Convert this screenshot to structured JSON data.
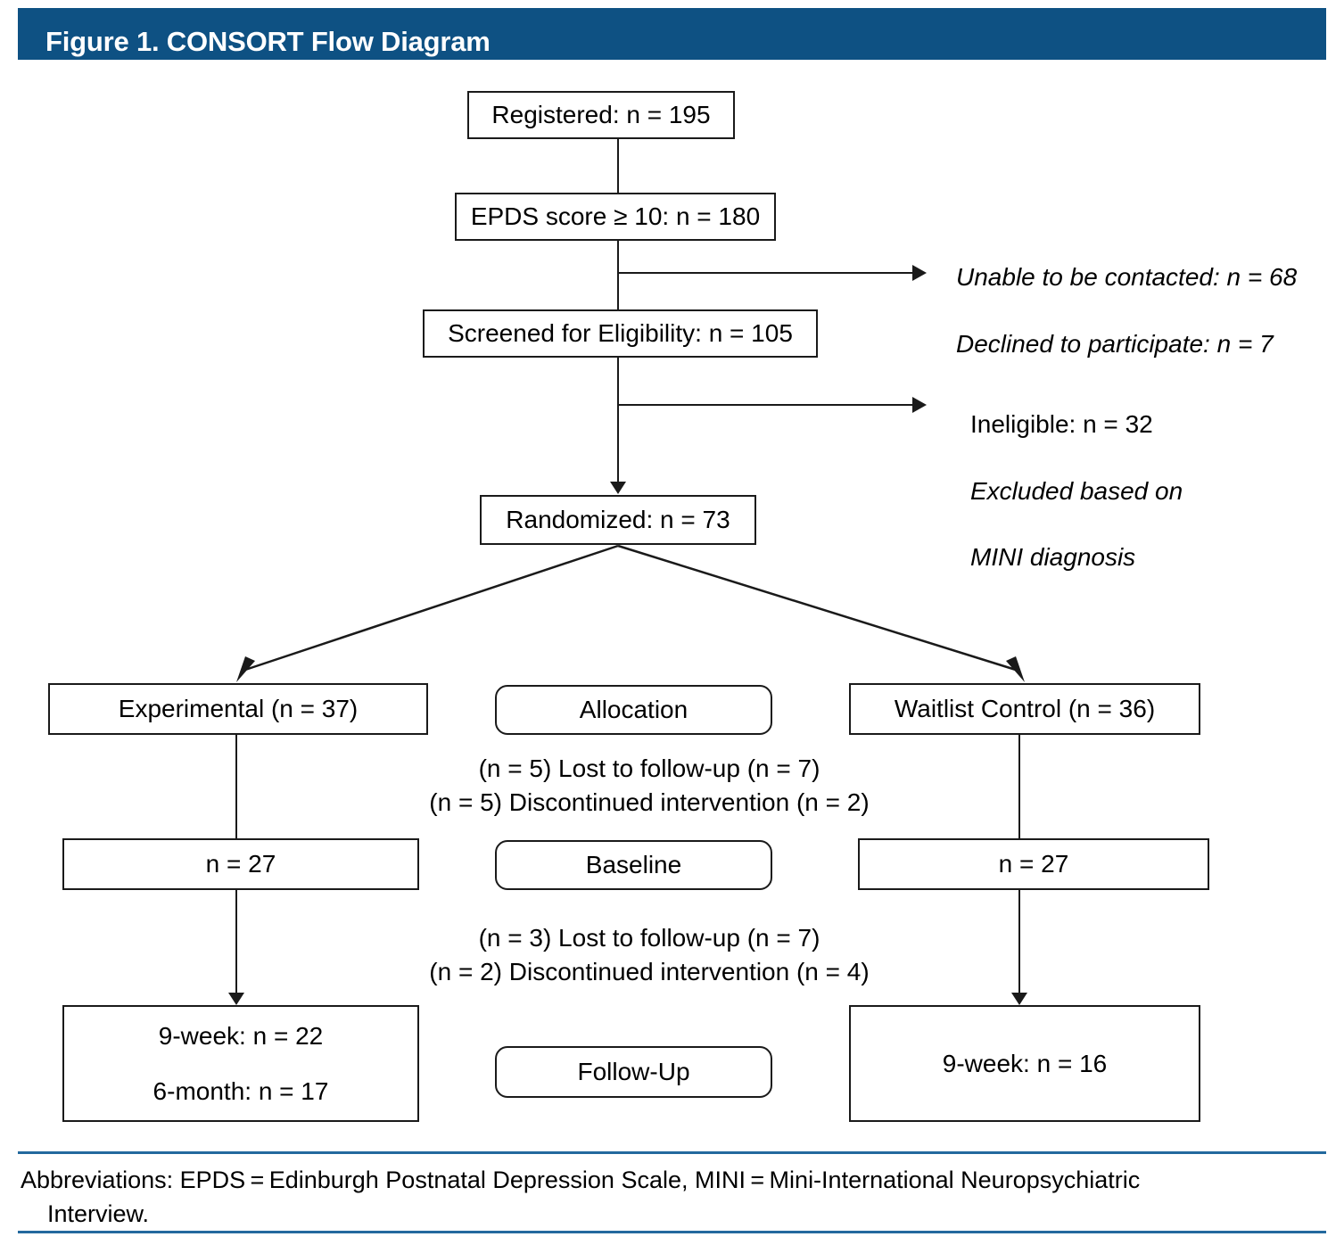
{
  "header": {
    "title": "Figure 1. CONSORT Flow Diagram",
    "banner_color": "#0e5183"
  },
  "nodes": {
    "registered": "Registered: n = 195",
    "epds": "EPDS score ≥ 10: n = 180",
    "screened": "Screened for Eligibility: n = 105",
    "randomized": "Randomized: n = 73",
    "experimental": "Experimental (n = 37)",
    "allocation": "Allocation",
    "waitlist": "Waitlist Control (n = 36)",
    "exp_baseline": "n = 27",
    "baseline": "Baseline",
    "ctl_baseline": "n = 27",
    "exp_followup_line1": "9-week: n = 22",
    "exp_followup_line2": "6-month: n = 17",
    "followup": "Follow-Up",
    "ctl_followup": "9-week: n = 16"
  },
  "exclusions": {
    "first": {
      "line1": "Unable to be contacted: n = 68",
      "line2": "Declined to participate: n = 7"
    },
    "second": {
      "line1": "Ineligible: n = 32",
      "line2": "Excluded based on",
      "line3": "MINI diagnosis"
    }
  },
  "attrition": {
    "allocation_stage": {
      "line1": "(n = 5) Lost to follow-up (n = 7)",
      "line2": "(n = 5) Discontinued intervention (n = 2)"
    },
    "baseline_stage": {
      "line1": "(n = 3) Lost to follow-up (n = 7)",
      "line2": "(n = 2) Discontinued intervention (n = 4)"
    }
  },
  "footer": {
    "line1": "Abbreviations: EPDS = Edinburgh Postnatal Depression Scale, MINI = Mini-International Neuropsychiatric",
    "line2": "Interview.",
    "rule_color": "#23699e"
  }
}
